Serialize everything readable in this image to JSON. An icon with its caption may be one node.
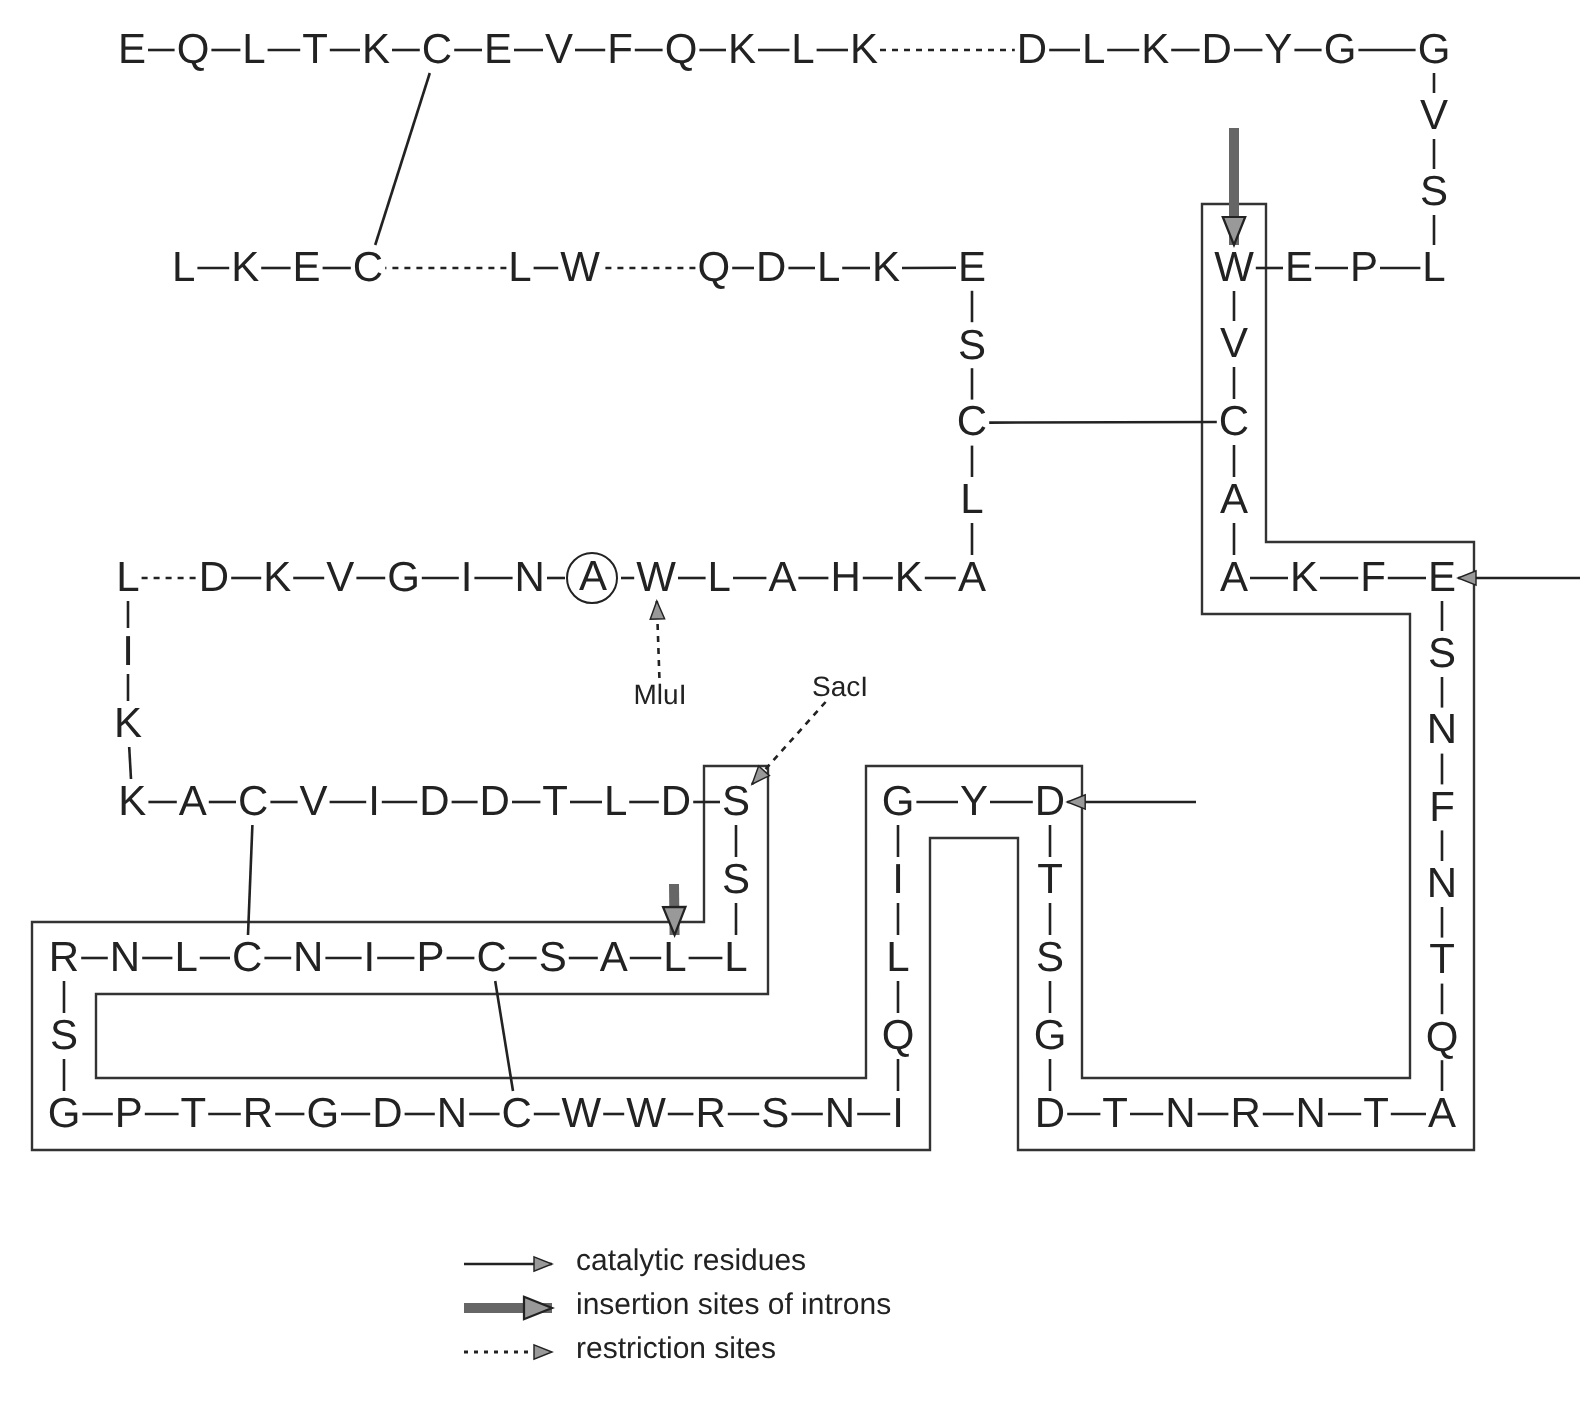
{
  "diagram": {
    "nodes": [
      {
        "text": [
          "E"
        ]
      },
      {
        "text": [
          "Q"
        ]
      },
      {
        "text": [
          "L"
        ]
      },
      {
        "text": [
          "T"
        ]
      },
      {
        "text": [
          "K"
        ]
      },
      {
        "text": [
          "C"
        ]
      },
      {
        "text": [
          "E"
        ]
      },
      {
        "text": [
          "V"
        ]
      },
      {
        "text": [
          "F"
        ]
      },
      {
        "text": [
          "Q"
        ]
      },
      {
        "text": [
          "K"
        ]
      },
      {
        "text": [
          "L"
        ]
      },
      {
        "text": [
          "K"
        ]
      },
      {
        "text": [
          "D"
        ]
      },
      {
        "text": [
          "L"
        ]
      },
      {
        "text": [
          "K"
        ]
      },
      {
        "text": [
          "D"
        ]
      },
      {
        "text": [
          "Y"
        ]
      },
      {
        "text": [
          "G"
        ]
      },
      {
        "text": [
          "G"
        ]
      },
      {
        "text": [
          "V"
        ]
      },
      {
        "text": [
          "S"
        ]
      },
      {
        "text": [
          "L"
        ]
      },
      {
        "text": [
          "P"
        ]
      },
      {
        "text": [
          "E"
        ]
      },
      {
        "text": [
          "W"
        ]
      },
      {
        "text": [
          "V"
        ]
      },
      {
        "text": [
          "C"
        ]
      },
      {
        "text": [
          "A"
        ]
      },
      {
        "text": [
          "A"
        ]
      },
      {
        "text": [
          "K"
        ]
      },
      {
        "text": [
          "F"
        ]
      },
      {
        "text": [
          "E"
        ]
      },
      {
        "text": [
          "S"
        ]
      },
      {
        "text": [
          "N"
        ]
      },
      {
        "text": [
          "F"
        ]
      },
      {
        "text": [
          "N"
        ]
      },
      {
        "text": [
          "T"
        ]
      },
      {
        "text": [
          "Q"
        ]
      },
      {
        "text": [
          "A"
        ]
      },
      {
        "text": [
          "T"
        ]
      },
      {
        "text": [
          "N"
        ]
      },
      {
        "text": [
          "R"
        ]
      },
      {
        "text": [
          "N"
        ]
      },
      {
        "text": [
          "T"
        ]
      },
      {
        "text": [
          "D"
        ]
      },
      {
        "text": [
          "G"
        ]
      },
      {
        "text": [
          "S"
        ]
      },
      {
        "text": [
          "T"
        ]
      },
      {
        "text": [
          "D"
        ]
      },
      {
        "text": [
          "Y"
        ]
      },
      {
        "text": [
          "G"
        ]
      },
      {
        "text": [
          "I"
        ]
      },
      {
        "text": [
          "L"
        ]
      },
      {
        "text": [
          "Q"
        ]
      },
      {
        "text": [
          "I"
        ]
      },
      {
        "text": [
          "N"
        ]
      },
      {
        "text": [
          "S"
        ]
      },
      {
        "text": [
          "R"
        ]
      },
      {
        "text": [
          "W"
        ]
      },
      {
        "text": [
          "W"
        ]
      },
      {
        "text": [
          "C"
        ]
      },
      {
        "text": [
          "N"
        ]
      },
      {
        "text": [
          "D"
        ]
      },
      {
        "text": [
          "G"
        ]
      },
      {
        "text": [
          "R"
        ]
      },
      {
        "text": [
          "T"
        ]
      },
      {
        "text": [
          "P"
        ]
      },
      {
        "text": [
          "G"
        ]
      },
      {
        "text": [
          "S"
        ]
      },
      {
        "text": [
          "R"
        ]
      },
      {
        "text": [
          "N"
        ]
      },
      {
        "text": [
          "L"
        ]
      },
      {
        "text": [
          "C"
        ]
      },
      {
        "text": [
          "N"
        ]
      },
      {
        "text": [
          "I"
        ]
      },
      {
        "text": [
          "P"
        ]
      },
      {
        "text": [
          "C"
        ]
      },
      {
        "text": [
          "S"
        ]
      },
      {
        "text": [
          "A"
        ]
      },
      {
        "text": [
          "L"
        ]
      },
      {
        "text": [
          "L"
        ]
      },
      {
        "text": [
          "S"
        ]
      },
      {
        "text": [
          "S"
        ]
      },
      {
        "text": [
          "D"
        ]
      },
      {
        "text": [
          "L"
        ]
      },
      {
        "text": [
          "T"
        ]
      },
      {
        "text": [
          "D"
        ]
      },
      {
        "text": [
          "D"
        ]
      },
      {
        "text": [
          "I"
        ]
      },
      {
        "text": [
          "V"
        ]
      },
      {
        "text": [
          "C"
        ]
      },
      {
        "text": [
          "A"
        ]
      },
      {
        "text": [
          "K"
        ]
      },
      {
        "text": [
          "K"
        ]
      },
      {
        "text": [
          "I"
        ]
      },
      {
        "text": [
          "L"
        ]
      },
      {
        "text": [
          "D"
        ]
      },
      {
        "text": [
          "K"
        ]
      },
      {
        "text": [
          "V"
        ]
      },
      {
        "text": [
          "G"
        ]
      },
      {
        "text": [
          "I"
        ]
      },
      {
        "text": [
          "N"
        ]
      },
      {
        "text": [
          "A"
        ]
      },
      {
        "text": [
          "W"
        ]
      },
      {
        "text": [
          "L"
        ]
      },
      {
        "text": [
          "A"
        ]
      },
      {
        "text": [
          "H"
        ]
      },
      {
        "text": [
          "K"
        ]
      },
      {
        "text": [
          "A"
        ]
      },
      {
        "text": [
          "L"
        ]
      },
      {
        "text": [
          "C"
        ]
      },
      {
        "text": [
          "S"
        ]
      },
      {
        "text": [
          "E"
        ]
      },
      {
        "text": [
          "K"
        ]
      },
      {
        "text": [
          "L"
        ]
      },
      {
        "text": [
          "D"
        ]
      },
      {
        "text": [
          "Q"
        ]
      },
      {
        "text": [
          "W"
        ]
      },
      {
        "text": [
          "L"
        ]
      },
      {
        "text": [
          "C"
        ]
      },
      {
        "text": [
          "E"
        ]
      },
      {
        "text": [
          "K"
        ]
      },
      {
        "text": [
          "L"
        ]
      },
      {
        "text": [
          "MluI"
        ]
      },
      {
        "text": [
          "SacI"
        ]
      }
    ],
    "edges": [
      {
        "from": 0,
        "to": 1,
        "arrow": "none"
      },
      {
        "from": 1,
        "to": 2,
        "arrow": "none"
      },
      {
        "from": 2,
        "to": 3,
        "arrow": "none"
      },
      {
        "from": 3,
        "to": 4,
        "arrow": "none"
      },
      {
        "from": 4,
        "to": 5,
        "arrow": "none"
      },
      {
        "from": 5,
        "to": 6,
        "arrow": "none"
      },
      {
        "from": 6,
        "to": 7,
        "arrow": "none"
      },
      {
        "from": 7,
        "to": 8,
        "arrow": "none"
      },
      {
        "from": 8,
        "to": 9,
        "arrow": "none"
      },
      {
        "from": 9,
        "to": 10,
        "arrow": "none"
      },
      {
        "from": 10,
        "to": 11,
        "arrow": "none"
      },
      {
        "from": 11,
        "to": 12,
        "arrow": "none"
      },
      {
        "from": 12,
        "to": 13,
        "arrow": "none",
        "style": "dashed"
      },
      {
        "from": 13,
        "to": 14,
        "arrow": "none"
      },
      {
        "from": 14,
        "to": 15,
        "arrow": "none"
      },
      {
        "from": 15,
        "to": 16,
        "arrow": "none"
      },
      {
        "from": 16,
        "to": 17,
        "arrow": "none"
      },
      {
        "from": 17,
        "to": 18,
        "arrow": "none"
      },
      {
        "from": 18,
        "to": 19,
        "arrow": "none"
      },
      {
        "from": 19,
        "to": 20,
        "arrow": "none"
      },
      {
        "from": 20,
        "to": 21,
        "arrow": "none"
      },
      {
        "from": 21,
        "to": 22,
        "arrow": "none"
      },
      {
        "from": 22,
        "to": 23,
        "arrow": "none"
      },
      {
        "from": 23,
        "to": 24,
        "arrow": "none"
      },
      {
        "from": 24,
        "to": 25,
        "arrow": "none"
      },
      {
        "from": 25,
        "to": 26,
        "arrow": "none"
      },
      {
        "from": 26,
        "to": 27,
        "arrow": "none"
      },
      {
        "from": 27,
        "to": 28,
        "arrow": "none"
      },
      {
        "from": 28,
        "to": 29,
        "arrow": "none"
      },
      {
        "from": 29,
        "to": 30,
        "arrow": "none"
      },
      {
        "from": 30,
        "to": 31,
        "arrow": "none"
      },
      {
        "from": 31,
        "to": 32,
        "arrow": "none"
      },
      {
        "from": 32,
        "to": 33,
        "arrow": "none"
      },
      {
        "from": 33,
        "to": 34,
        "arrow": "none"
      },
      {
        "from": 34,
        "to": 35,
        "arrow": "none"
      },
      {
        "from": 35,
        "to": 36,
        "arrow": "none"
      },
      {
        "from": 36,
        "to": 37,
        "arrow": "none"
      },
      {
        "from": 37,
        "to": 38,
        "arrow": "none"
      },
      {
        "from": 38,
        "to": 39,
        "arrow": "none"
      },
      {
        "from": 39,
        "to": 40,
        "arrow": "none"
      },
      {
        "from": 40,
        "to": 41,
        "arrow": "none"
      },
      {
        "from": 41,
        "to": 42,
        "arrow": "none"
      },
      {
        "from": 42,
        "to": 43,
        "arrow": "none"
      },
      {
        "from": 43,
        "to": 44,
        "arrow": "none"
      },
      {
        "from": 44,
        "to": 45,
        "arrow": "none"
      },
      {
        "from": 45,
        "to": 46,
        "arrow": "none"
      },
      {
        "from": 46,
        "to": 47,
        "arrow": "none"
      },
      {
        "from": 47,
        "to": 48,
        "arrow": "none"
      },
      {
        "from": 48,
        "to": 49,
        "arrow": "none"
      },
      {
        "from": 49,
        "to": 50,
        "arrow": "none"
      },
      {
        "from": 50,
        "to": 51,
        "arrow": "none"
      },
      {
        "from": 51,
        "to": 52,
        "arrow": "none"
      },
      {
        "from": 52,
        "to": 53,
        "arrow": "none"
      },
      {
        "from": 53,
        "to": 54,
        "arrow": "none"
      },
      {
        "from": 54,
        "to": 55,
        "arrow": "none"
      },
      {
        "from": 55,
        "to": 56,
        "arrow": "none"
      },
      {
        "from": 56,
        "to": 57,
        "arrow": "none"
      },
      {
        "from": 57,
        "to": 58,
        "arrow": "none"
      },
      {
        "from": 58,
        "to": 59,
        "arrow": "none"
      },
      {
        "from": 59,
        "to": 60,
        "arrow": "none"
      },
      {
        "from": 60,
        "to": 61,
        "arrow": "none"
      },
      {
        "from": 61,
        "to": 62,
        "arrow": "none"
      },
      {
        "from": 62,
        "to": 63,
        "arrow": "none"
      },
      {
        "from": 63,
        "to": 64,
        "arrow": "none"
      },
      {
        "from": 64,
        "to": 65,
        "arrow": "none"
      },
      {
        "from": 65,
        "to": 66,
        "arrow": "none"
      },
      {
        "from": 66,
        "to": 67,
        "arrow": "none"
      },
      {
        "from": 67,
        "to": 68,
        "arrow": "none"
      },
      {
        "from": 68,
        "to": 69,
        "arrow": "none"
      },
      {
        "from": 69,
        "to": 70,
        "arrow": "none"
      },
      {
        "from": 70,
        "to": 71,
        "arrow": "none"
      },
      {
        "from": 71,
        "to": 72,
        "arrow": "none"
      },
      {
        "from": 72,
        "to": 73,
        "arrow": "none"
      },
      {
        "from": 73,
        "to": 74,
        "arrow": "none"
      },
      {
        "from": 74,
        "to": 75,
        "arrow": "none"
      },
      {
        "from": 75,
        "to": 76,
        "arrow": "none"
      },
      {
        "from": 76,
        "to": 77,
        "arrow": "none"
      },
      {
        "from": 77,
        "to": 78,
        "arrow": "none"
      },
      {
        "from": 78,
        "to": 79,
        "arrow": "none"
      },
      {
        "from": 79,
        "to": 80,
        "arrow": "none"
      },
      {
        "from": 80,
        "to": 81,
        "arrow": "none"
      },
      {
        "from": 81,
        "to": 82,
        "arrow": "none"
      },
      {
        "from": 82,
        "to": 83,
        "arrow": "none"
      },
      {
        "from": 83,
        "to": 84,
        "arrow": "none"
      },
      {
        "from": 84,
        "to": 85,
        "arrow": "none"
      },
      {
        "from": 85,
        "to": 86,
        "arrow": "none"
      },
      {
        "from": 86,
        "to": 87,
        "arrow": "none"
      },
      {
        "from": 87,
        "to": 88,
        "arrow": "none"
      },
      {
        "from": 88,
        "to": 89,
        "arrow": "none"
      },
      {
        "from": 89,
        "to": 90,
        "arrow": "none"
      },
      {
        "from": 90,
        "to": 91,
        "arrow": "none"
      },
      {
        "from": 91,
        "to": 92,
        "arrow": "none"
      },
      {
        "from": 92,
        "to": 93,
        "arrow": "none"
      },
      {
        "from": 93,
        "to": 94,
        "arrow": "none"
      },
      {
        "from": 94,
        "to": 95,
        "arrow": "none"
      },
      {
        "from": 95,
        "to": 96,
        "arrow": "none"
      },
      {
        "from": 96,
        "to": 97,
        "arrow": "none",
        "style": "dashed"
      },
      {
        "from": 97,
        "to": 98,
        "arrow": "none"
      },
      {
        "from": 98,
        "to": 99,
        "arrow": "none"
      },
      {
        "from": 99,
        "to": 100,
        "arrow": "none"
      },
      {
        "from": 100,
        "to": 101,
        "arrow": "none"
      },
      {
        "from": 101,
        "to": 102,
        "arrow": "none"
      },
      {
        "from": 102,
        "to": 103,
        "arrow": "none"
      },
      {
        "from": 103,
        "to": 104,
        "arrow": "none"
      },
      {
        "from": 104,
        "to": 105,
        "arrow": "none"
      },
      {
        "from": 105,
        "to": 106,
        "arrow": "none"
      },
      {
        "from": 106,
        "to": 107,
        "arrow": "none"
      },
      {
        "from": 107,
        "to": 108,
        "arrow": "none"
      },
      {
        "from": 108,
        "to": 109,
        "arrow": "none"
      },
      {
        "from": 109,
        "to": 110,
        "arrow": "none"
      },
      {
        "from": 110,
        "to": 111,
        "arrow": "none"
      },
      {
        "from": 111,
        "to": 112,
        "arrow": "none"
      },
      {
        "from": 112,
        "to": 113,
        "arrow": "none"
      },
      {
        "from": 113,
        "to": 114,
        "arrow": "none"
      },
      {
        "from": 114,
        "to": 115,
        "arrow": "none"
      },
      {
        "from": 115,
        "to": 116,
        "arrow": "none"
      },
      {
        "from": 116,
        "to": 117,
        "arrow": "none"
      },
      {
        "from": 117,
        "to": 118,
        "arrow": "none",
        "style": "dashed"
      },
      {
        "from": 118,
        "to": 119,
        "arrow": "none"
      },
      {
        "from": 119,
        "to": 120,
        "arrow": "none",
        "style": "dashed"
      },
      {
        "from": 120,
        "to": 121,
        "arrow": "none"
      },
      {
        "from": 121,
        "to": 122,
        "arrow": "none"
      },
      {
        "from": 122,
        "to": 123,
        "arrow": "none"
      },
      {
        "from": 5,
        "to": 120,
        "arrow": "none"
      },
      {
        "from": 111,
        "to": 27,
        "arrow": "none"
      },
      {
        "from": 91,
        "to": 73,
        "arrow": "none"
      },
      {
        "from": 77,
        "to": 61,
        "arrow": "none"
      },
      {
        "from": null,
        "to": 25,
        "arrow": "to",
        "style": "thick"
      },
      {
        "from": null,
        "to": 80,
        "arrow": "to",
        "style": "thick"
      },
      {
        "from": null,
        "to": 32,
        "arrow": "to"
      },
      {
        "from": null,
        "to": 49,
        "arrow": "to"
      },
      {
        "from": 124,
        "to": 104,
        "arrow": "to",
        "style": "dashed"
      },
      {
        "from": 125,
        "to": 83,
        "arrow": "to",
        "style": "dashed"
      }
    ],
    "legend": [
      {
        "text": "catalytic residues"
      },
      {
        "text": "insertion sites of introns"
      },
      {
        "text": "restriction sites"
      }
    ]
  }
}
